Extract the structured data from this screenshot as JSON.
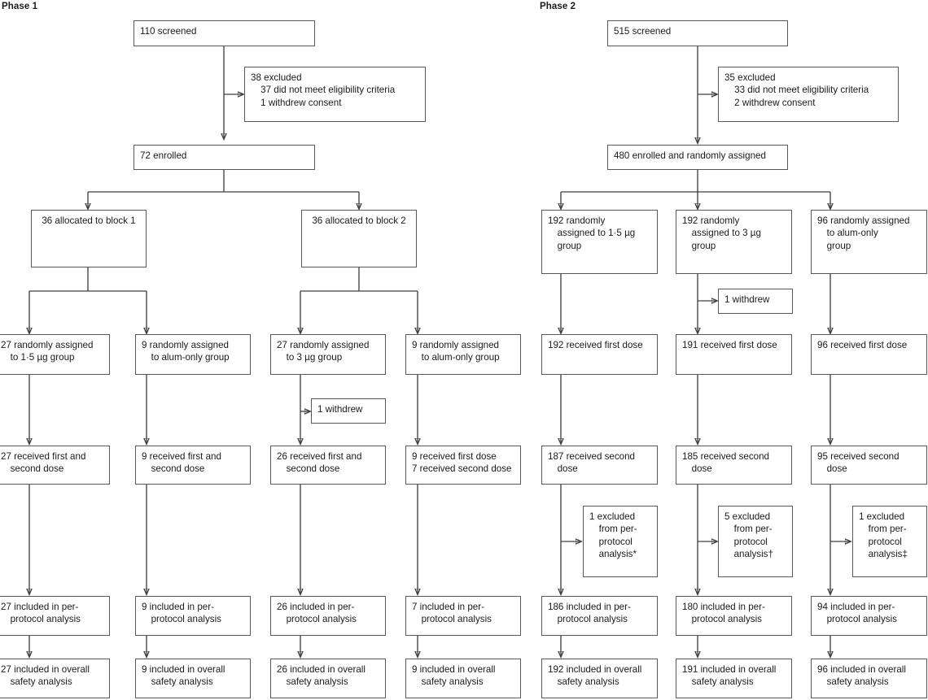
{
  "figure": {
    "type": "consort-flow-diagram",
    "panels": [
      {
        "id": "phase1",
        "label": "Phase 1"
      },
      {
        "id": "phase2",
        "label": "Phase 2"
      }
    ]
  },
  "phase1": {
    "label": "Phase 1",
    "screened": "110 screened",
    "excluded_head": "38 excluded",
    "excluded_items": "37 did not meet eligibility criteria\n1 withdrew consent",
    "enrolled": "72 enrolled",
    "block1": "36 allocated to block 1",
    "block2": "36 allocated to block 2",
    "arms": [
      {
        "assigned": "27 randomly assigned\nto 1·5 µg group",
        "dose": "27 received first and\nsecond dose",
        "perprotocol": "27 included in per-\nprotocol analysis",
        "safety": "27 included in overall\nsafety analysis",
        "withdrew": null
      },
      {
        "assigned": "9 randomly assigned\nto alum-only group",
        "dose": "9 received first and\nsecond dose",
        "perprotocol": "9 included in per-\nprotocol analysis",
        "safety": "9 included in overall\nsafety analysis",
        "withdrew": null
      },
      {
        "assigned": "27 randomly assigned\nto 3 µg group",
        "dose": "26 received first and\nsecond dose",
        "perprotocol": "26 included in per-\nprotocol analysis",
        "safety": "26 included in overall\nsafety analysis",
        "withdrew": "1 withdrew"
      },
      {
        "assigned": "9 randomly assigned\nto alum-only group",
        "dose": "9 received first dose\n7 received second dose",
        "perprotocol": "7 included in per-\nprotocol analysis",
        "safety": "9 included in overall\nsafety analysis",
        "withdrew": null
      }
    ]
  },
  "phase2": {
    "label": "Phase 2",
    "screened": "515 screened",
    "excluded_head": "35 excluded",
    "excluded_items": "33 did not meet eligibility criteria\n2 withdrew consent",
    "enrolled": "480 enrolled and randomly assigned",
    "arms": [
      {
        "assigned": "192 randomly\nassigned to 1·5 µg\ngroup",
        "first_dose": "192 received first dose",
        "second_dose": "187 received second\ndose",
        "excluded_pp": "1 excluded\nfrom per-\nprotocol\nanalysis*",
        "perprotocol": "186 included in per-\nprotocol analysis",
        "safety": "192 included in overall\nsafety analysis",
        "withdrew": null
      },
      {
        "assigned": "192 randomly\nassigned to 3 µg\ngroup",
        "first_dose": "191 received first dose",
        "second_dose": "185 received second\ndose",
        "excluded_pp": "5 excluded\nfrom per-\nprotocol\nanalysis†",
        "perprotocol": "180 included in per-\nprotocol analysis",
        "safety": "191 included in overall\nsafety analysis",
        "withdrew": "1 withdrew"
      },
      {
        "assigned": "96 randomly assigned\nto alum-only\ngroup",
        "first_dose": "96 received first dose",
        "second_dose": "95 received second\ndose",
        "excluded_pp": "1 excluded\nfrom per-\nprotocol\nanalysis‡",
        "perprotocol": "94 included in per-\nprotocol analysis",
        "safety": "96 included in overall\nsafety analysis",
        "withdrew": null
      }
    ]
  },
  "colors": {
    "box_border": "#58595b",
    "connector": "#414042",
    "text": "#1a1a1a",
    "background": "#ffffff"
  }
}
